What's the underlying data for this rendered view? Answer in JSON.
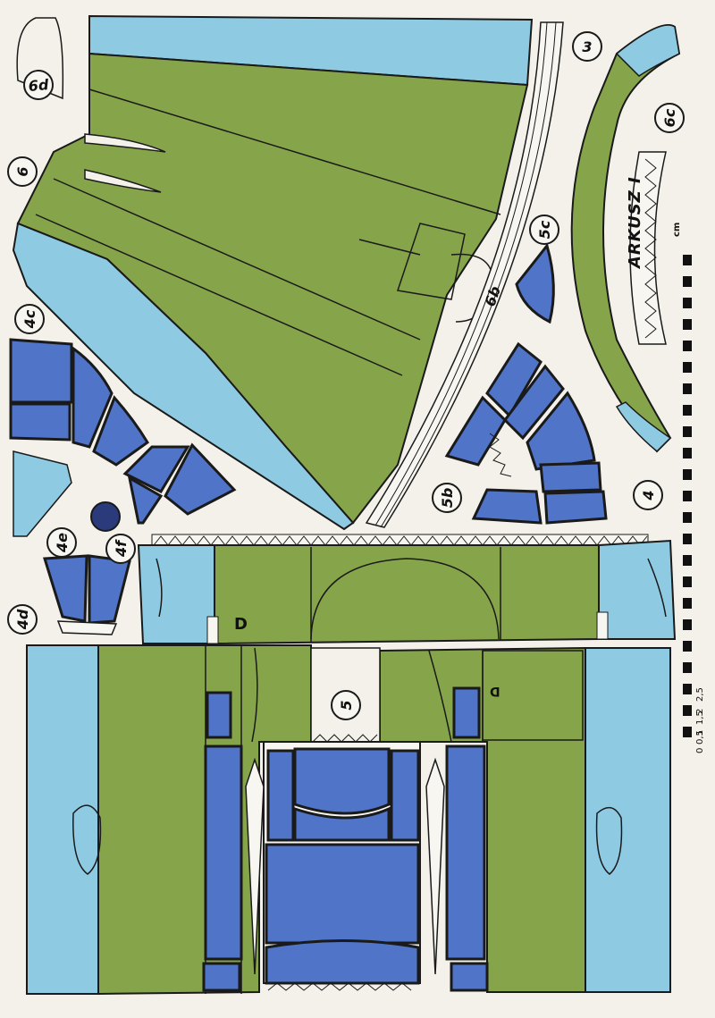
{
  "sheet_title": "ARKUSZ I",
  "part_labels": [
    "3",
    "6c",
    "6d",
    "6",
    "5c",
    "6b",
    "4c",
    "5b",
    "4",
    "4e",
    "4f",
    "4d",
    "5"
  ],
  "edge_marks": [
    "D",
    "D"
  ],
  "scale": {
    "unit": "cm",
    "numbers": [
      "0",
      "0,5",
      "1",
      "1,5",
      "2",
      "2,5"
    ]
  },
  "colors": {
    "green": "#86a44a",
    "sky": "#8ecae2",
    "blue": "#4f74c8",
    "paper": "#f3f1ea",
    "line": "#1a1a1a"
  }
}
